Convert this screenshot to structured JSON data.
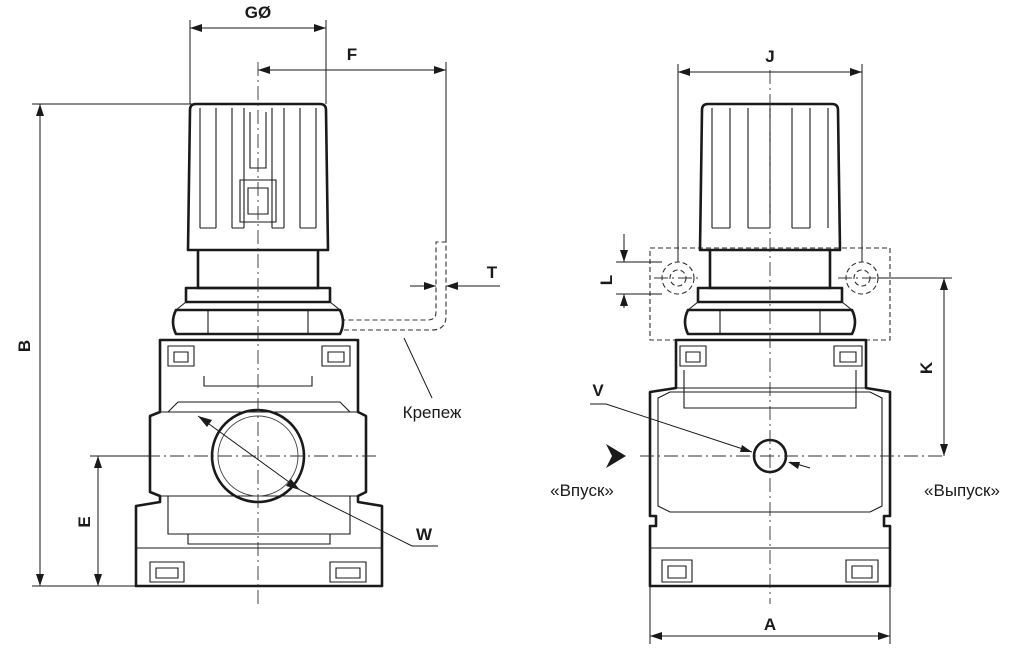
{
  "labels": {
    "g_diameter": "GØ",
    "f": "F",
    "b": "B",
    "e": "E",
    "t": "T",
    "w": "W",
    "mounting": "Крепеж",
    "j": "J",
    "l": "L",
    "k": "K",
    "v": "V",
    "a": "A",
    "inlet": "«Впуск»",
    "outlet": "«Выпуск»"
  }
}
